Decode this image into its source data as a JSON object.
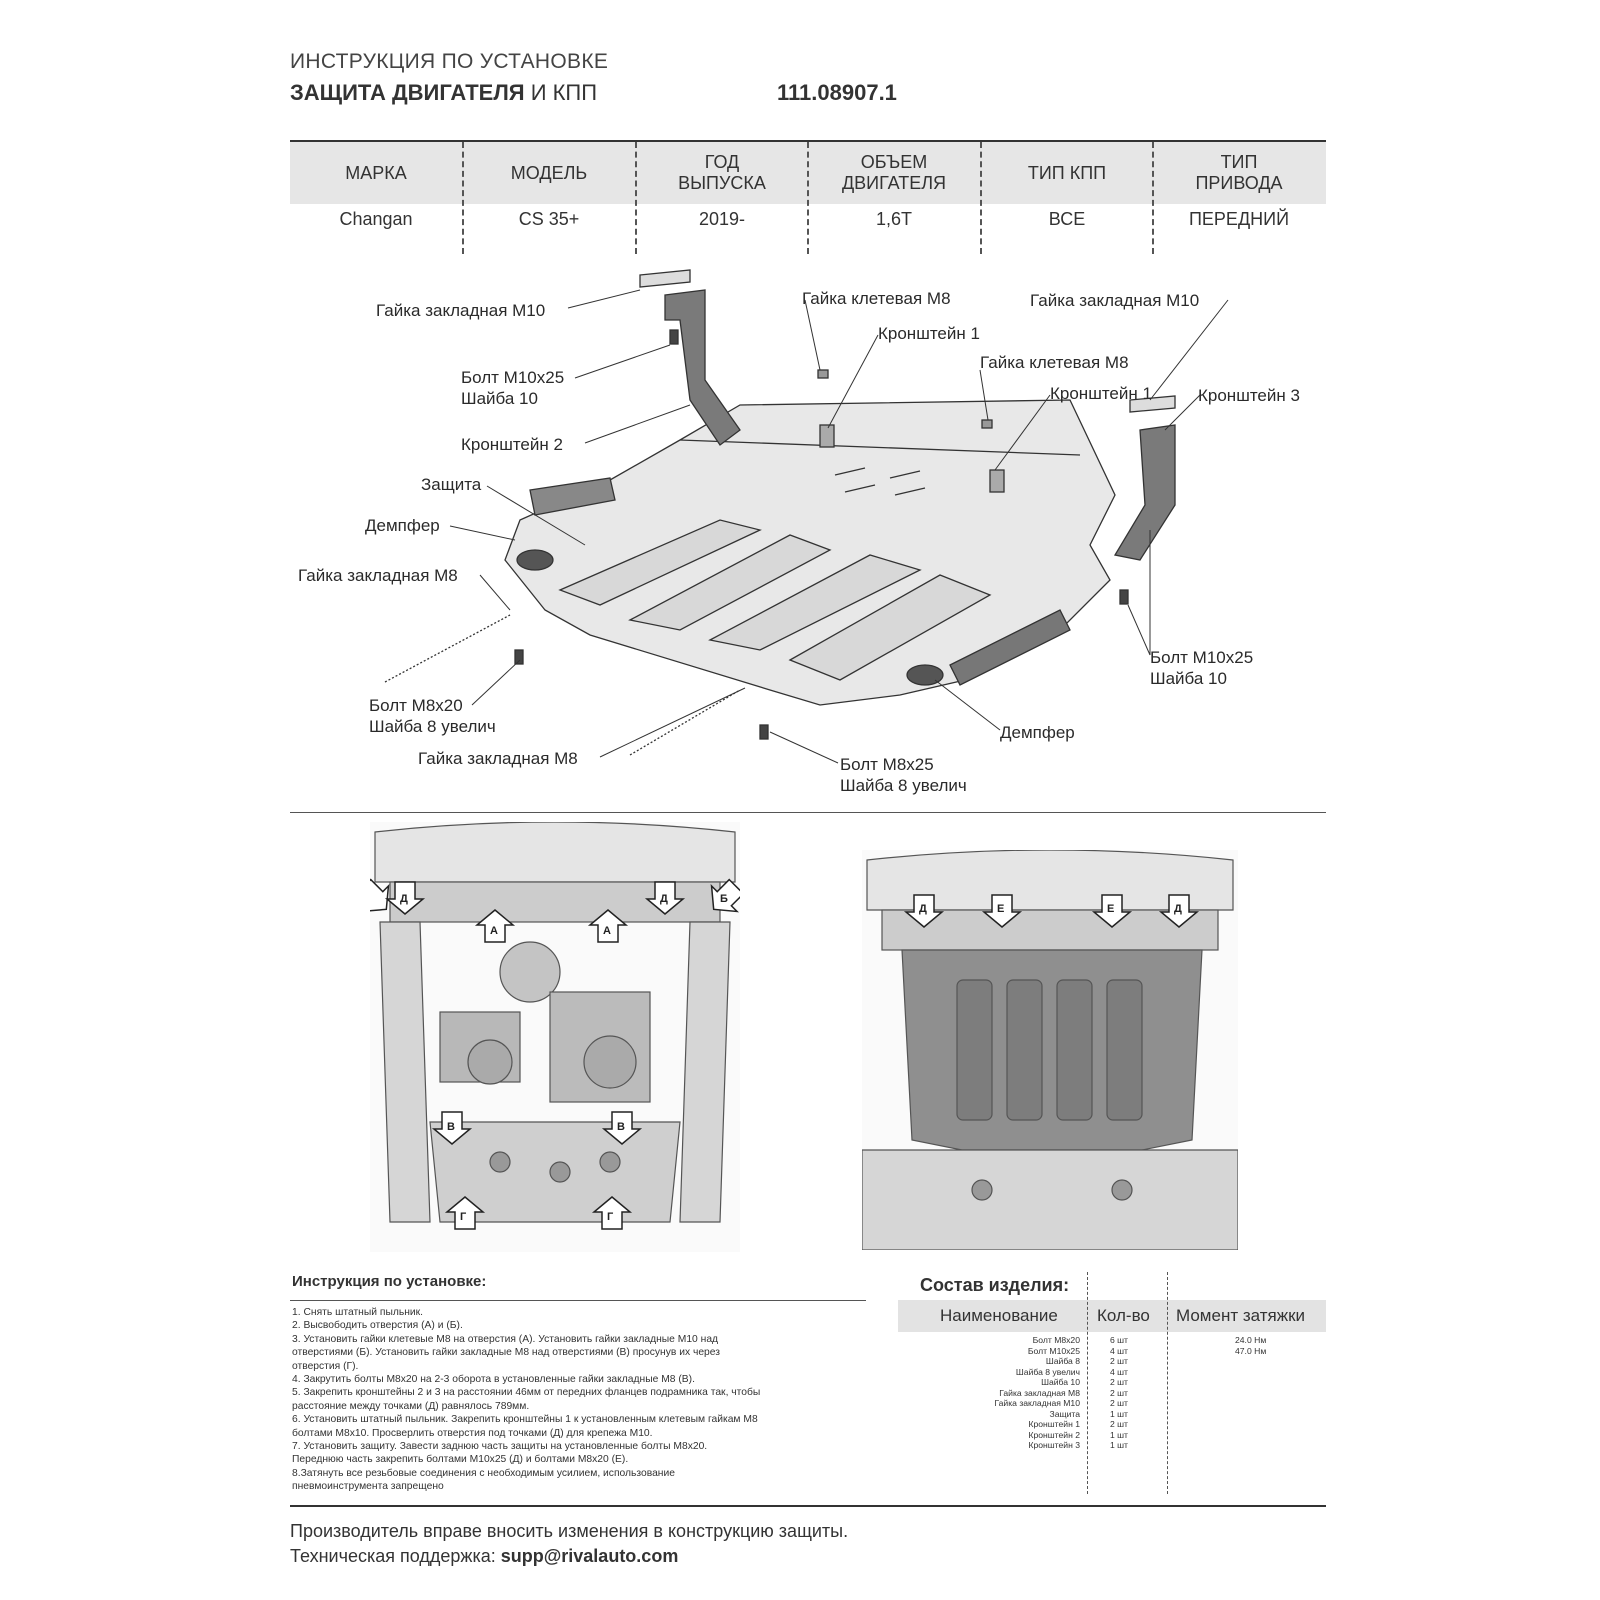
{
  "header": {
    "title_line1": "ИНСТРУКЦИЯ ПО УСТАНОВКЕ",
    "title_line2_bold": "ЗАЩИТА ДВИГАТЕЛЯ",
    "title_line2_rest": " И КПП",
    "part_number": "111.08907.1"
  },
  "spec_table": {
    "columns": [
      {
        "header": "МАРКА",
        "value": "Changan"
      },
      {
        "header": "МОДЕЛЬ",
        "value": "CS 35+"
      },
      {
        "header": "ГОД\nВЫПУСКА",
        "value": "2019-"
      },
      {
        "header": "ОБЪЕМ\nДВИГАТЕЛЯ",
        "value": "1,6T"
      },
      {
        "header": "ТИП КПП",
        "value": "ВСЕ"
      },
      {
        "header": "ТИП\nПРИВОДА",
        "value": "ПЕРЕДНИЙ"
      }
    ]
  },
  "callouts": {
    "nut_weld_m10_left": "Гайка закладная М10",
    "bolt_m10x25_left": "Болт М10x25\nШайба 10",
    "bracket2": "Кронштейн 2",
    "guard": "Защита",
    "damper_left": "Демпфер",
    "nut_weld_m8_left": "Гайка закладная М8",
    "bolt_m8x20": "Болт М8x20\nШайба 8 увелич",
    "nut_weld_m8_bottom": "Гайка закладная М8",
    "nut_cage_m8_top": "Гайка клетевая М8",
    "bracket1_top": "Кронштейн 1",
    "nut_cage_m8_mid": "Гайка клетевая М8",
    "bracket1_mid": "Кронштейн 1",
    "nut_weld_m10_right": "Гайка закладная М10",
    "bracket3": "Кронштейн 3",
    "bolt_m10x25_right": "Болт М10x25\nШайба 10",
    "damper_right": "Демпфер",
    "bolt_m8x25": "Болт М8x25\nШайба 8 увелич"
  },
  "hole_labels": {
    "a": "А",
    "b": "Б",
    "v": "В",
    "g": "Г",
    "d": "Д",
    "e": "Е"
  },
  "instructions": {
    "title": "Инструкция по установке:",
    "steps": [
      "1. Снять штатный пыльник.",
      "2. Высвободить отверстия (А) и (Б).",
      "3. Установить гайки клетевые М8 на отверстия (А). Установить гайки закладные М10 над\nотверстиями (Б). Установить гайки закладные М8 над отверстиями (В) просунув их через\nотверстия (Г).",
      "4. Закрутить болты М8x20 на 2-3 оборота в установленные гайки закладные М8 (В).",
      "5. Закрепить кронштейны 2 и 3 на расстоянии 46мм от передних фланцев подрамника так, чтобы\nрасстояние между точками (Д) равнялось 789мм.",
      "6. Установить штатный пыльник. Закрепить кронштейны 1 к установленным клетевым гайкам М8\nболтами М8x10. Просверлить отверстия под точками (Д) для крепежа М10.",
      "7. Установить защиту. Завести заднюю часть защиты на установленные болты М8x20.\nПереднюю часть закрепить болтами М10x25 (Д) и болтами М8x20 (Е).",
      "8.Затянуть все резьбовые соединения с необходимым усилием, использование\nпневмоинструмента запрещено"
    ]
  },
  "composition": {
    "title": "Состав изделия:",
    "headers": {
      "name": "Наименование",
      "qty": "Кол-во",
      "torque": "Момент затяжки"
    },
    "names": [
      "Болт М8x20",
      "Болт М10x25",
      "Шайба 8",
      "Шайба 8 увелич",
      "Шайба 10",
      "Гайка закладная М8",
      "Гайка закладная М10",
      "Защита",
      "Кронштейн 1",
      "Кронштейн 2",
      "Кронштейн 3"
    ],
    "qty": [
      "6 шт",
      "4 шт",
      "2 шт",
      "4 шт",
      "2 шт",
      "2 шт",
      "2 шт",
      "1 шт",
      "2 шт",
      "1 шт",
      "1 шт"
    ],
    "torque": [
      "24.0 Нм",
      "47.0 Нм"
    ]
  },
  "footer": {
    "note": "Производитель вправе вносить изменения в конструкцию защиты.",
    "support_label": "Техническая поддержка: ",
    "support_email": "supp@rivalauto.com"
  }
}
